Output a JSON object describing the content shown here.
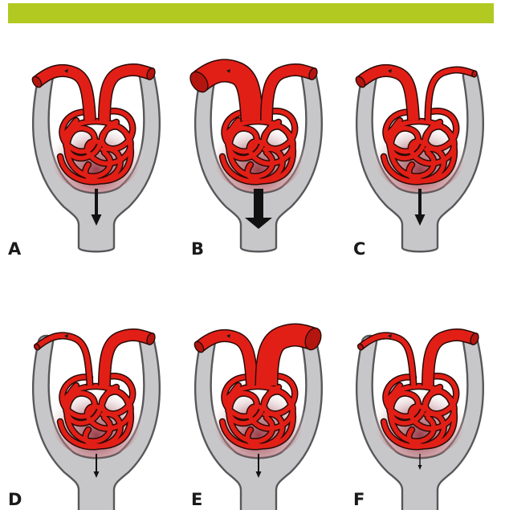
{
  "colors": {
    "header_bar": "#b1c921",
    "capsule_fill": "#c7c7c9",
    "capsule_stroke": "#58585a",
    "vessel": "#e21f16",
    "vessel_outline": "#2a0a08",
    "arrow": "#111111"
  },
  "panels": [
    {
      "letter": "A",
      "afferent": "normal",
      "efferent": "normal",
      "filtration": "normal"
    },
    {
      "letter": "B",
      "afferent": "dilated",
      "efferent": "normal",
      "filtration": "increased"
    },
    {
      "letter": "C",
      "afferent": "normal",
      "efferent": "constricted",
      "filtration": "normal"
    },
    {
      "letter": "D",
      "afferent": "constricted",
      "efferent": "normal",
      "filtration": "decreased"
    },
    {
      "letter": "E",
      "afferent": "normal",
      "efferent": "dilated",
      "filtration": "decreased"
    },
    {
      "letter": "F",
      "afferent": "constricted",
      "efferent": "normal",
      "filtration": "minimal"
    }
  ]
}
